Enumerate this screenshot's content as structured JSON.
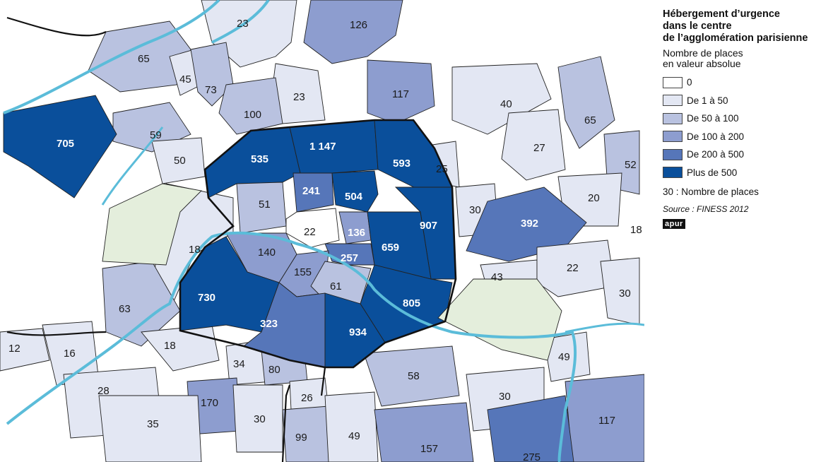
{
  "legend": {
    "title_lines": [
      "Hébergement d’urgence",
      "dans le centre",
      "de l’agglomération parisienne"
    ],
    "subtitle_lines": [
      "Nombre de places",
      "en valeur absolue"
    ],
    "classes": [
      {
        "label": "0",
        "color": "#ffffff"
      },
      {
        "label": "De 1 à 50",
        "color": "#e3e7f3"
      },
      {
        "label": "De 50 à 100",
        "color": "#b9c2e0"
      },
      {
        "label": "De 100 à 200",
        "color": "#8d9dcf"
      },
      {
        "label": "De 200 à 500",
        "color": "#5676b9"
      },
      {
        "label": "Plus de 500",
        "color": "#0a4f9b"
      }
    ],
    "note": "30 : Nombre de places",
    "source": "Source : FINESS 2012",
    "logo": "apur"
  },
  "colors": {
    "river": "#5bbcd9",
    "park": "#e4eedc",
    "border": "#111111"
  },
  "map_labels": [
    {
      "text": "23",
      "cls": 1
    },
    {
      "text": "126",
      "cls": 3
    },
    {
      "text": "65",
      "cls": 2
    },
    {
      "text": "45",
      "cls": 1
    },
    {
      "text": "73",
      "cls": 2
    },
    {
      "text": "23",
      "cls": 1
    },
    {
      "text": "117",
      "cls": 3
    },
    {
      "text": "40",
      "cls": 1
    },
    {
      "text": "100",
      "cls": 2
    },
    {
      "text": "65",
      "cls": 2
    },
    {
      "text": "59",
      "cls": 2
    },
    {
      "text": "705",
      "cls": 5
    },
    {
      "text": "1 147",
      "cls": 5
    },
    {
      "text": "535",
      "cls": 5
    },
    {
      "text": "593",
      "cls": 5
    },
    {
      "text": "27",
      "cls": 1
    },
    {
      "text": "50",
      "cls": 1
    },
    {
      "text": "25",
      "cls": 1
    },
    {
      "text": "52",
      "cls": 2
    },
    {
      "text": "241",
      "cls": 4
    },
    {
      "text": "504",
      "cls": 5
    },
    {
      "text": "51",
      "cls": 2
    },
    {
      "text": "20",
      "cls": 1
    },
    {
      "text": "30",
      "cls": 1
    },
    {
      "text": "907",
      "cls": 5
    },
    {
      "text": "392",
      "cls": 4
    },
    {
      "text": "22",
      "cls": 0
    },
    {
      "text": "136",
      "cls": 3
    },
    {
      "text": "18",
      "cls": 1
    },
    {
      "text": "18",
      "cls": 1
    },
    {
      "text": "659",
      "cls": 5
    },
    {
      "text": "140",
      "cls": 3
    },
    {
      "text": "257",
      "cls": 4
    },
    {
      "text": "155",
      "cls": 3
    },
    {
      "text": "43",
      "cls": 1
    },
    {
      "text": "22",
      "cls": 1
    },
    {
      "text": "61",
      "cls": 2
    },
    {
      "text": "730",
      "cls": 5
    },
    {
      "text": "805",
      "cls": 5
    },
    {
      "text": "30",
      "cls": 1
    },
    {
      "text": "63",
      "cls": 2
    },
    {
      "text": "323",
      "cls": 4
    },
    {
      "text": "934",
      "cls": 5
    },
    {
      "text": "18",
      "cls": 1
    },
    {
      "text": "12",
      "cls": 1
    },
    {
      "text": "16",
      "cls": 1
    },
    {
      "text": "49",
      "cls": 1
    },
    {
      "text": "34",
      "cls": 1
    },
    {
      "text": "80",
      "cls": 2
    },
    {
      "text": "58",
      "cls": 2
    },
    {
      "text": "28",
      "cls": 1
    },
    {
      "text": "26",
      "cls": 1
    },
    {
      "text": "170",
      "cls": 3
    },
    {
      "text": "30",
      "cls": 1
    },
    {
      "text": "30",
      "cls": 1
    },
    {
      "text": "35",
      "cls": 1
    },
    {
      "text": "99",
      "cls": 2
    },
    {
      "text": "49",
      "cls": 1
    },
    {
      "text": "117",
      "cls": 3
    },
    {
      "text": "157",
      "cls": 3
    },
    {
      "text": "275",
      "cls": 4
    }
  ]
}
